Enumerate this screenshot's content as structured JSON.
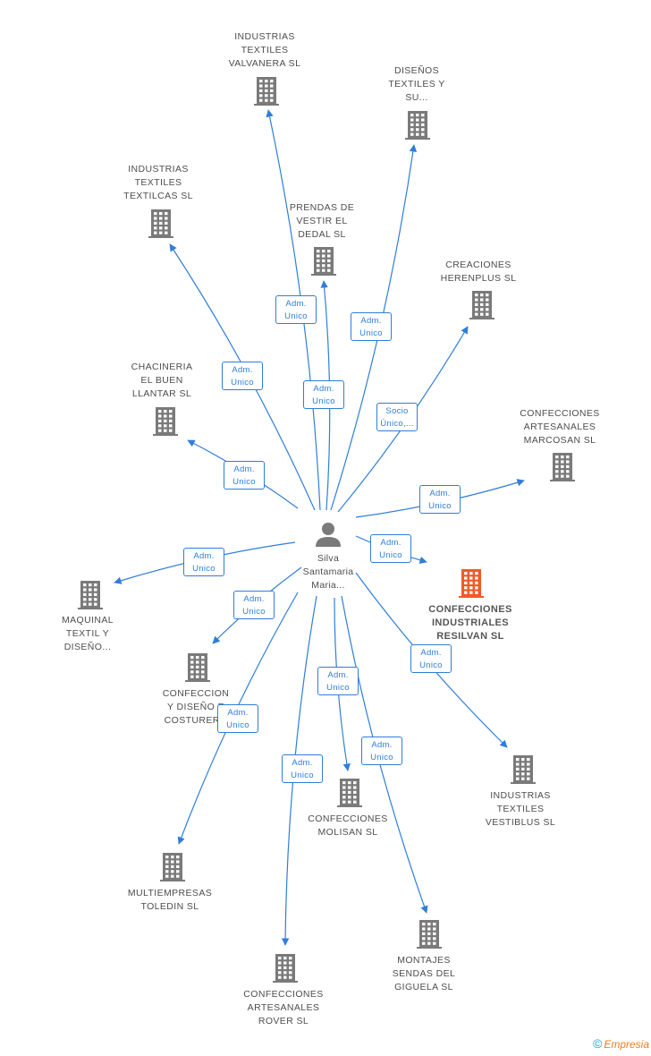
{
  "person": {
    "name": "Silva\nSantamaria\nMaria...",
    "icon": "person-icon"
  },
  "colors": {
    "edge": "#2f7ed8",
    "building": "#7a7a7a",
    "focus_building": "#f05a28"
  },
  "companies": [
    {
      "id": "valvanera",
      "label": "INDUSTRIAS\nTEXTILES\nVALVANERA SL",
      "role": "Adm.\nUnico",
      "focus": false
    },
    {
      "id": "disenos",
      "label": "DISEÑOS\nTEXTILES Y\nSU...",
      "role": "Adm.\nUnico",
      "focus": false
    },
    {
      "id": "textilcas",
      "label": "INDUSTRIAS\nTEXTILES\nTEXTILCAS SL",
      "role": "Adm.\nUnico",
      "focus": false
    },
    {
      "id": "dedal",
      "label": "PRENDAS DE\nVESTIR EL\nDEDAL SL",
      "role": "Adm.\nUnico",
      "focus": false
    },
    {
      "id": "herenplus",
      "label": "CREACIONES\nHERENPLUS  SL",
      "role": "Socio\nÚnico,...",
      "focus": false
    },
    {
      "id": "chacineria",
      "label": "CHACINERIA\nEL BUEN\nLLANTAR SL",
      "role": "Adm.\nUnico",
      "focus": false
    },
    {
      "id": "marcosan",
      "label": "CONFECCIONES\nARTESANALES\nMARCOSAN SL",
      "role": "Adm.\nUnico",
      "focus": false
    },
    {
      "id": "resilvan",
      "label": "CONFECCIONES\nINDUSTRIALES\nRESILVAN SL",
      "role": "Adm.\nUnico",
      "focus": true
    },
    {
      "id": "maquinal",
      "label": "MAQUINAL\nTEXTIL Y\nDISEÑO...",
      "role": "Adm.\nUnico",
      "focus": false
    },
    {
      "id": "costurero",
      "label": "CONFECCION\nY DISEÑO E\nCOSTURERO",
      "role": "Adm.\nUnico",
      "focus": false
    },
    {
      "id": "vestiblus",
      "label": "INDUSTRIAS\nTEXTILES\nVESTIBLUS SL",
      "role": "Adm.\nUnico",
      "focus": false
    },
    {
      "id": "molisan",
      "label": "CONFECCIONES\nMOLISAN SL",
      "role": "Adm.\nUnico",
      "focus": false
    },
    {
      "id": "toledin",
      "label": "MULTIEMPRESAS\nTOLEDIN SL",
      "role": "Adm.\nUnico",
      "focus": false
    },
    {
      "id": "montajes",
      "label": "MONTAJES\nSENDAS DEL\nGIGUELA SL",
      "role": "Adm.\nUnico",
      "focus": false
    },
    {
      "id": "rover",
      "label": "CONFECCIONES\nARTESANALES\nROVER SL",
      "role": "Adm.\nUnico",
      "focus": false
    }
  ],
  "footer": {
    "copyright": "©",
    "brand": "Empresia"
  }
}
